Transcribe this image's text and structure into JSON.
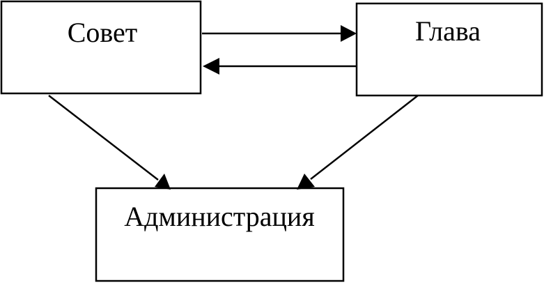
{
  "diagram": {
    "nodes": {
      "council": {
        "label": "Совет"
      },
      "head": {
        "label": "Глава"
      },
      "administration": {
        "label": "Администрация"
      }
    },
    "edges": [
      {
        "from": "council",
        "to": "head"
      },
      {
        "from": "head",
        "to": "council"
      },
      {
        "from": "council",
        "to": "administration"
      },
      {
        "from": "head",
        "to": "administration"
      }
    ],
    "colors": {
      "stroke": "#000000",
      "background": "#ffffff"
    }
  }
}
